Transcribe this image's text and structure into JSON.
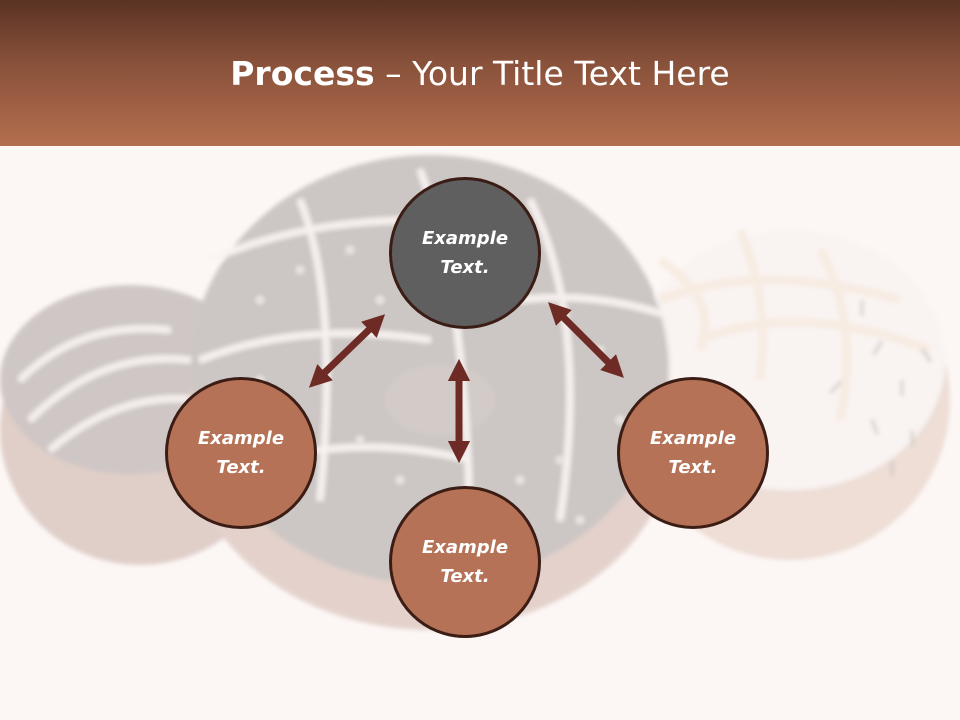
{
  "slide": {
    "title_bold": "Process",
    "title_rest": " – Your Title Text Here"
  },
  "nodes": {
    "top": "Example\nText.",
    "left": "Example\nText.",
    "right": "Example\nText.",
    "bottom": "Example\nText."
  },
  "colors": {
    "header": "#8a523b",
    "node_center": "#5f5f5f",
    "node_accent": "#b57256",
    "arrow": "#6e2b26",
    "node_border": "#3c1d15"
  },
  "background_image": "donuts-photo"
}
